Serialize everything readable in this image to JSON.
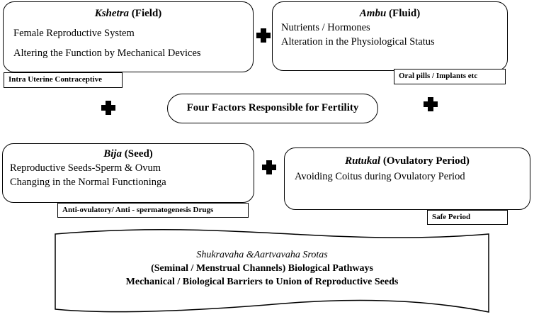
{
  "kshetra": {
    "name": "Kshetra",
    "paren": "(Field)",
    "line1": "Female Reproductive System",
    "line2": "Altering the Function by Mechanical Devices",
    "tag": "Intra Uterine Contraceptive"
  },
  "ambu": {
    "name": "Ambu",
    "paren": "(Fluid)",
    "line1": "Nutrients / Hormones",
    "line2": "Alteration in the Physiological Status",
    "tag": "Oral pills / Implants etc"
  },
  "center": {
    "label": "Four Factors Responsible  for Fertility"
  },
  "bija": {
    "name": "Bija",
    "paren": "(Seed)",
    "line1": "Reproductive Seeds-Sperm  & Ovum",
    "line2": "Changing in the Normal Functioninga",
    "tag": "Anti-ovulatory/  Anti - spermatogenesis Drugs"
  },
  "rutukal": {
    "name": "Rutukal",
    "paren": "(Ovulatory Period)",
    "line1": "Avoiding Coitus during Ovulatory Period",
    "tag": "Safe Period"
  },
  "banner": {
    "line1": "Shukravaha &Aartvavaha Srotas",
    "line2": "(Seminal / Menstrual Channels) Biological Pathways",
    "line3": "Mechanical / Biological Barriers to Union of Reproductive Seeds"
  }
}
